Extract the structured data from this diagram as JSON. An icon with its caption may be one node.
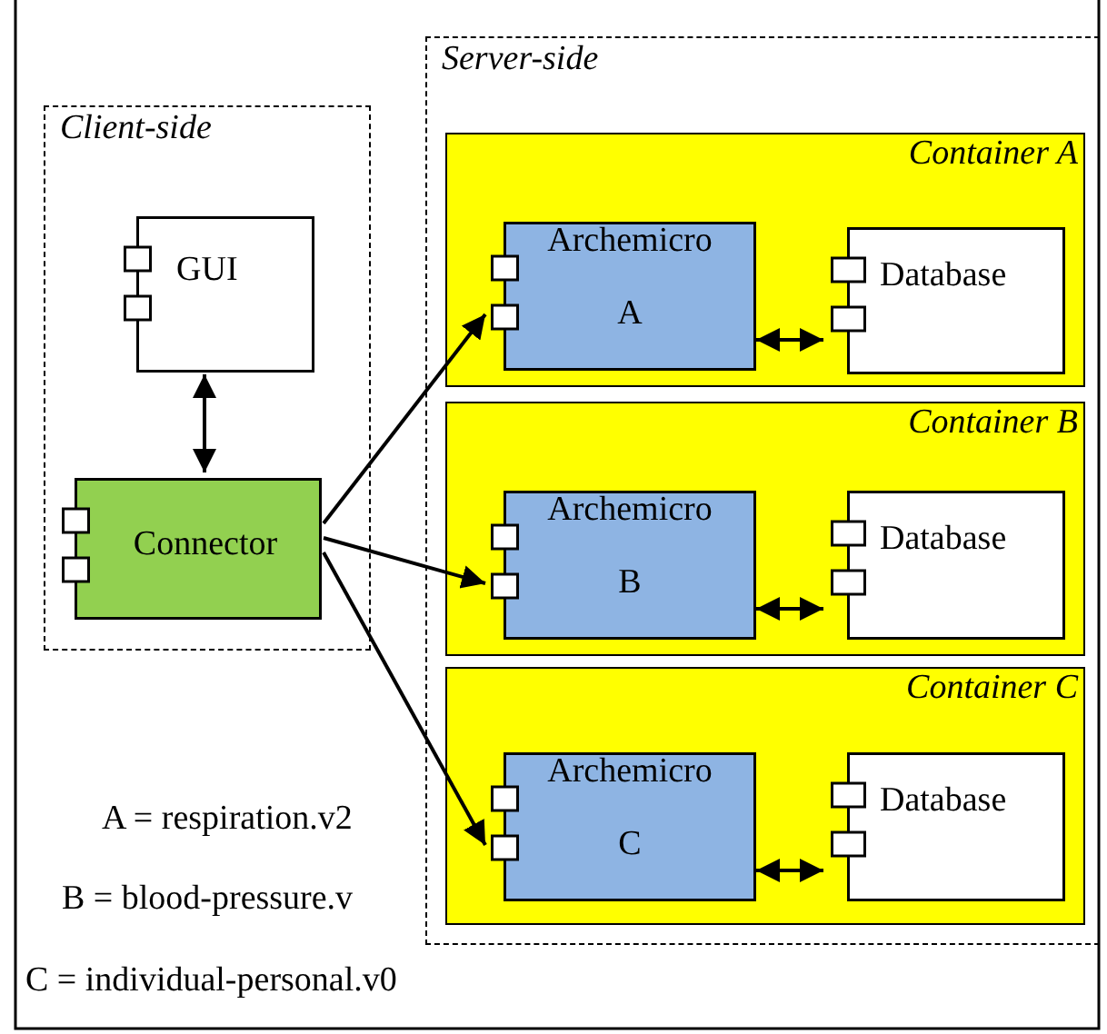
{
  "diagram": {
    "nodes": [
      {
        "text": [
          "Client-side"
        ]
      },
      {
        "text": [
          "GUI"
        ],
        "in": 0
      },
      {
        "text": [
          "Connector"
        ],
        "in": 0
      },
      {
        "text": [
          "Server-side"
        ]
      },
      {
        "text": [
          "Container A"
        ],
        "in": 3
      },
      {
        "text": [
          "Archemicro",
          "A"
        ],
        "in": 4
      },
      {
        "text": [
          "Database"
        ],
        "in": 4
      },
      {
        "text": [
          "Container B"
        ],
        "in": 3
      },
      {
        "text": [
          "Archemicro",
          "B"
        ],
        "in": 7
      },
      {
        "text": [
          "Database"
        ],
        "in": 7
      },
      {
        "text": [
          "Container C"
        ],
        "in": 3
      },
      {
        "text": [
          "Archemicro",
          "C"
        ],
        "in": 10
      },
      {
        "text": [
          "Database"
        ],
        "in": 10
      }
    ],
    "edges": [
      {
        "from": 1,
        "to": 2,
        "arrow": "both"
      },
      {
        "from": 2,
        "to": 5,
        "arrow": "to"
      },
      {
        "from": 2,
        "to": 8,
        "arrow": "to"
      },
      {
        "from": 2,
        "to": 11,
        "arrow": "to"
      },
      {
        "from": 5,
        "to": 6,
        "arrow": "both"
      },
      {
        "from": 8,
        "to": 9,
        "arrow": "both"
      },
      {
        "from": 11,
        "to": 12,
        "arrow": "both"
      }
    ],
    "labels": [
      "A = respiration.v2",
      "B = blood-pressure.v",
      "C = individual-personal.v0"
    ]
  }
}
